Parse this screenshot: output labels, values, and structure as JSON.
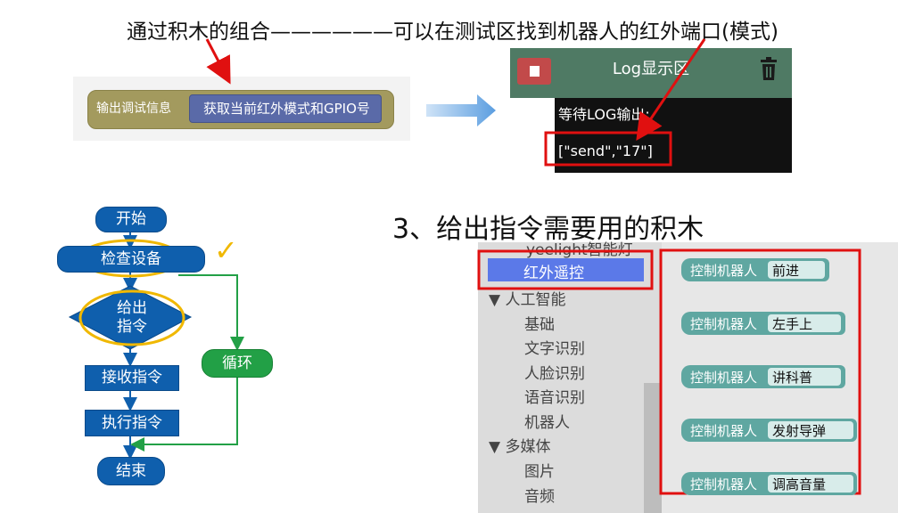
{
  "top_caption": "通过积木的组合——————可以在测试区找到机器人的红外端口(模式)",
  "block_editor": {
    "outer_block_label": "输出调试信息",
    "inner_block_label": "获取当前红外模式和GPIO号"
  },
  "log_panel": {
    "title": "Log显示区",
    "waiting_text": "等待LOG输出:",
    "output_text": "[\"send\",\"17\"]"
  },
  "section_heading": "3、给出指令需要用的积木",
  "toolbox": {
    "clipped_item": "yeelight智能灯",
    "selected_item": "红外遥控",
    "categories": [
      {
        "label": "▼ 人工智能",
        "children": [
          "基础",
          "文字识别",
          "人脸识别",
          "语音识别",
          "机器人"
        ]
      },
      {
        "label": "▼ 多媒体",
        "children": [
          "图片",
          "音频"
        ]
      }
    ]
  },
  "blocks": [
    {
      "label": "控制机器人",
      "option": "前进"
    },
    {
      "label": "控制机器人",
      "option": "左手上"
    },
    {
      "label": "控制机器人",
      "option": "讲科普"
    },
    {
      "label": "控制机器人",
      "option": "发射导弹"
    },
    {
      "label": "控制机器人",
      "option": "调高音量"
    }
  ],
  "flowchart": {
    "start": "开始",
    "check": "检查设备",
    "give_line1": "给出",
    "give_line2": "指令",
    "loop": "循环",
    "receive": "接收指令",
    "execute": "执行指令",
    "end": "结束",
    "checkmark": "✓"
  },
  "colors": {
    "flow_blue": "#0f5fad",
    "flow_green": "#22a046",
    "highlight_yellow": "#f0b800",
    "annotation_red": "#e01010",
    "log_header": "#4f7a64",
    "block_teal": "#5fa7a1",
    "selected_blue": "#5b79e8"
  }
}
